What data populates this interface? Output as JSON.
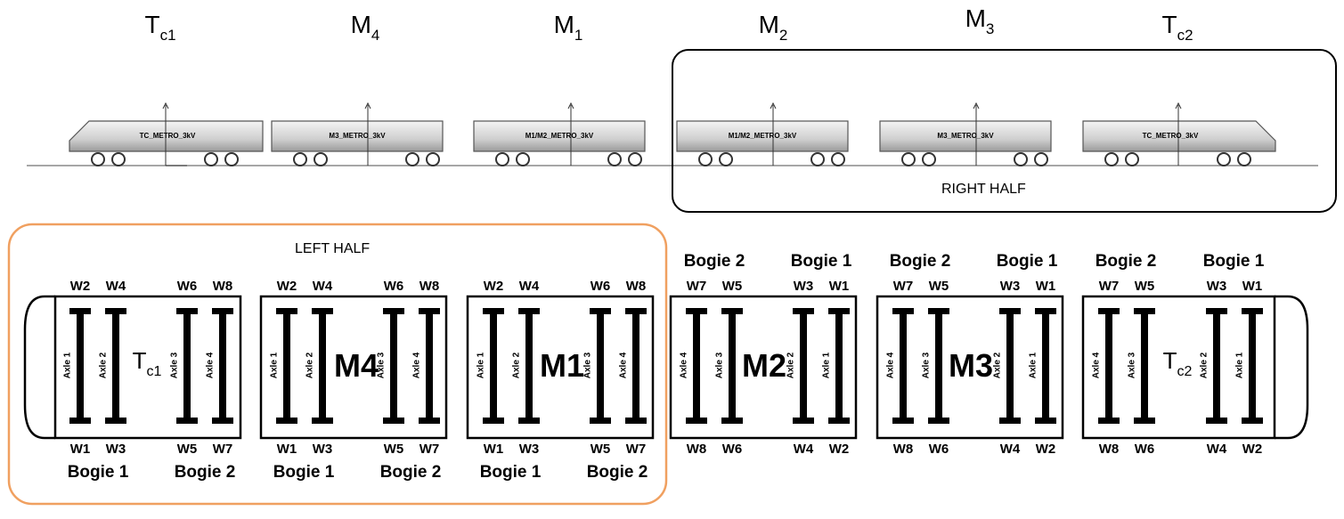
{
  "car_labels": [
    {
      "main": "T",
      "sub": "c1"
    },
    {
      "main": "M",
      "sub": "4"
    },
    {
      "main": "M",
      "sub": "1"
    },
    {
      "main": "M",
      "sub": "2"
    },
    {
      "main": "M",
      "sub": "3"
    },
    {
      "main": "T",
      "sub": "c2"
    }
  ],
  "train_model_names": [
    "TC_METRO_3kV",
    "M3_METRO_3kV",
    "M1/M2_METRO_3kV",
    "M1/M2_METRO_3kV",
    "M3_METRO_3kV",
    "TC_METRO_3kV"
  ],
  "right_half_label": "RIGHT HALF",
  "left_half_label": "LEFT HALF",
  "cars": [
    {
      "name": "T",
      "sub": "c1",
      "top_wheels": [
        "W2",
        "W4",
        "W6",
        "W8"
      ],
      "bottom_wheels": [
        "W1",
        "W3",
        "W5",
        "W7"
      ],
      "axles": [
        "Axle 1",
        "Axle 2",
        "Axle 3",
        "Axle 4"
      ],
      "top_bogies": [],
      "bottom_bogies": [
        "Bogie 1",
        "Bogie 2"
      ]
    },
    {
      "name": "M4",
      "sub": "",
      "top_wheels": [
        "W2",
        "W4",
        "W6",
        "W8"
      ],
      "bottom_wheels": [
        "W1",
        "W3",
        "W5",
        "W7"
      ],
      "axles": [
        "Axle 1",
        "Axle 2",
        "Axle 3",
        "Axle 4"
      ],
      "top_bogies": [],
      "bottom_bogies": [
        "Bogie 1",
        "Bogie 2"
      ]
    },
    {
      "name": "M1",
      "sub": "",
      "top_wheels": [
        "W2",
        "W4",
        "W6",
        "W8"
      ],
      "bottom_wheels": [
        "W1",
        "W3",
        "W5",
        "W7"
      ],
      "axles": [
        "Axle 1",
        "Axle 2",
        "Axle 3",
        "Axle 4"
      ],
      "top_bogies": [],
      "bottom_bogies": [
        "Bogie 1",
        "Bogie 2"
      ]
    },
    {
      "name": "M2",
      "sub": "",
      "top_wheels": [
        "W7",
        "W5",
        "W3",
        "W1"
      ],
      "bottom_wheels": [
        "W8",
        "W6",
        "W4",
        "W2"
      ],
      "axles": [
        "Axle 4",
        "Axle 3",
        "Axle 2",
        "Axle 1"
      ],
      "top_bogies": [
        "Bogie 2",
        "Bogie 1"
      ],
      "bottom_bogies": []
    },
    {
      "name": "M3",
      "sub": "",
      "top_wheels": [
        "W7",
        "W5",
        "W3",
        "W1"
      ],
      "bottom_wheels": [
        "W8",
        "W6",
        "W4",
        "W2"
      ],
      "axles": [
        "Axle 4",
        "Axle 3",
        "Axle 2",
        "Axle 1"
      ],
      "top_bogies": [
        "Bogie 2",
        "Bogie 1"
      ],
      "bottom_bogies": []
    },
    {
      "name": "T",
      "sub": "c2",
      "top_wheels": [
        "W7",
        "W5",
        "W3",
        "W1"
      ],
      "bottom_wheels": [
        "W8",
        "W6",
        "W4",
        "W2"
      ],
      "axles": [
        "Axle 4",
        "Axle 3",
        "Axle 2",
        "Axle 1"
      ],
      "top_bogies": [
        "Bogie 2",
        "Bogie 1"
      ],
      "bottom_bogies": []
    }
  ],
  "colors": {
    "left_half_border": "#f0a060",
    "right_half_border": "#000000",
    "axle": "#000000"
  }
}
